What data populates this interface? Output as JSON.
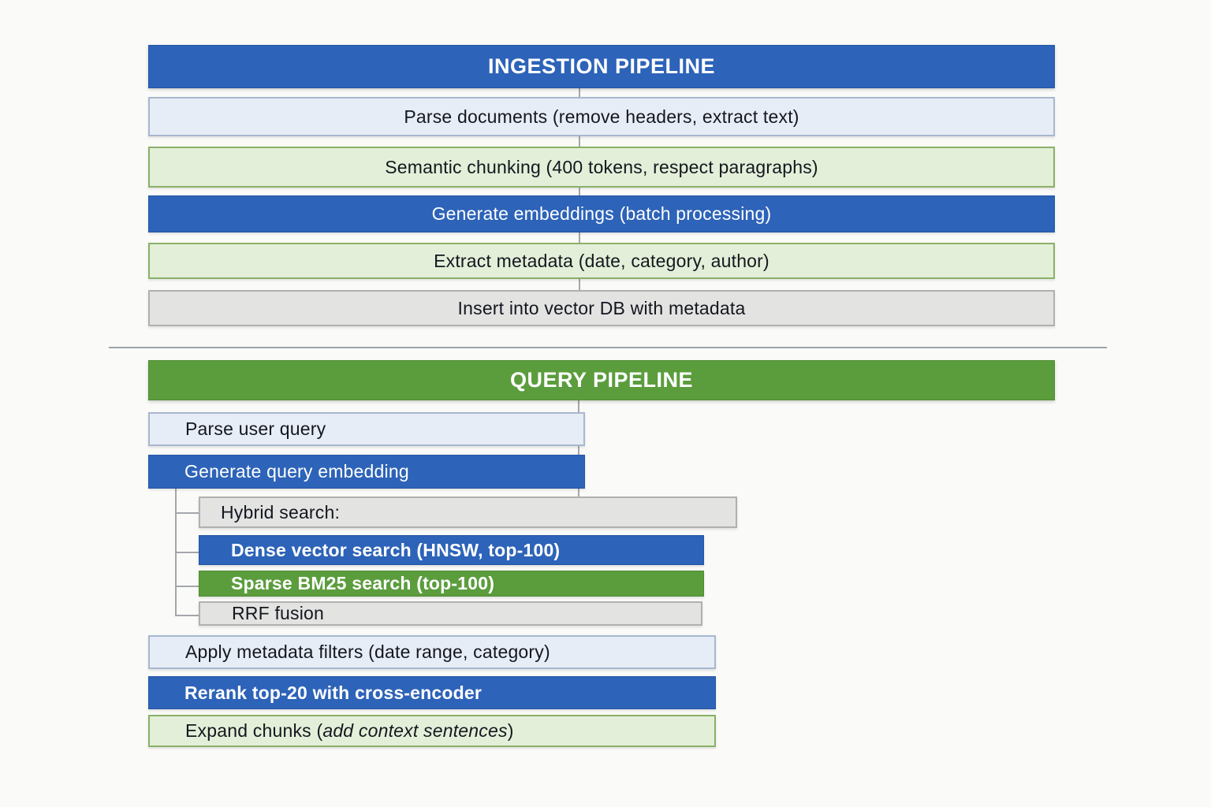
{
  "colors": {
    "blue": "#2d63b8",
    "green": "#5b9d3d",
    "light_blue_fill": "#e7edf6",
    "light_green_fill": "#e3efd8",
    "gray_fill": "#e3e3e2",
    "background": "#fafaf8"
  },
  "ingestion": {
    "title": "INGESTION PIPELINE",
    "steps": [
      {
        "label": "Parse documents (remove headers, extract text)"
      },
      {
        "label": "Semantic chunking (400 tokens, respect paragraphs)"
      },
      {
        "label": "Generate embeddings (batch processing)"
      },
      {
        "label": "Extract metadata (date, category, author)"
      },
      {
        "label": "Insert into vector DB with metadata"
      }
    ]
  },
  "query": {
    "title": "QUERY PIPELINE",
    "steps": {
      "parse": "Parse user query",
      "embed": "Generate query embedding",
      "hybrid": "Hybrid search:",
      "dense": "Dense vector search (HNSW, top-100)",
      "sparse": "Sparse BM25 search (top-100)",
      "rrf": "RRF fusion",
      "filters": "Apply metadata filters (date range, category)",
      "rerank": "Rerank top-20 with cross-encoder",
      "expand_prefix": "Expand chunks (",
      "expand_italic": "add context sentences",
      "expand_suffix": ")"
    }
  }
}
